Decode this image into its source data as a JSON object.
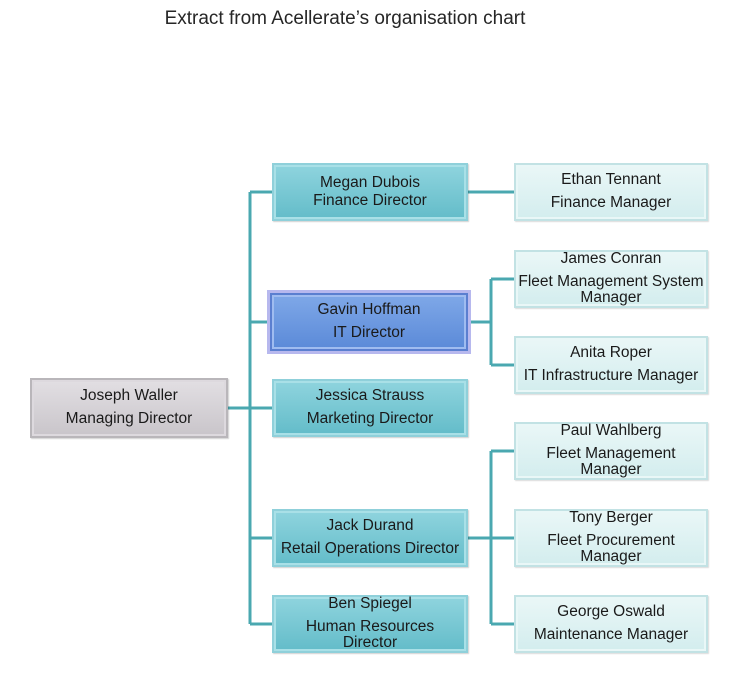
{
  "title": "Extract from Acellerate’s organisation chart",
  "colors": {
    "connector": "#4aa8b0",
    "root_fill": "#cdc9ce",
    "director_fill": "#76c7d3",
    "selected_fill": "#6b97e0",
    "manager_fill": "#ddf1f2"
  },
  "root": {
    "name": "Joseph Waller",
    "role": "Managing Director"
  },
  "directors": [
    {
      "name": "Megan Dubois",
      "role": "Finance Director",
      "selected": false,
      "reports": [
        {
          "name": "Ethan Tennant",
          "role": "Finance Manager"
        }
      ]
    },
    {
      "name": "Gavin Hoffman",
      "role": "IT Director",
      "selected": true,
      "reports": [
        {
          "name": "James Conran",
          "role": "Fleet Management System Manager"
        },
        {
          "name": "Anita Roper",
          "role": "IT Infrastructure Manager"
        }
      ]
    },
    {
      "name": "Jessica Strauss",
      "role": "Marketing Director",
      "selected": false,
      "reports": []
    },
    {
      "name": "Jack Durand",
      "role": "Retail Operations Director",
      "selected": false,
      "reports": [
        {
          "name": "Paul Wahlberg",
          "role": "Fleet Management Manager"
        },
        {
          "name": "Tony Berger",
          "role": "Fleet Procurement Manager"
        },
        {
          "name": "George Oswald",
          "role": "Maintenance Manager"
        }
      ]
    },
    {
      "name": "Ben Spiegel",
      "role": "Human Resources Director",
      "selected": false,
      "reports": []
    }
  ]
}
